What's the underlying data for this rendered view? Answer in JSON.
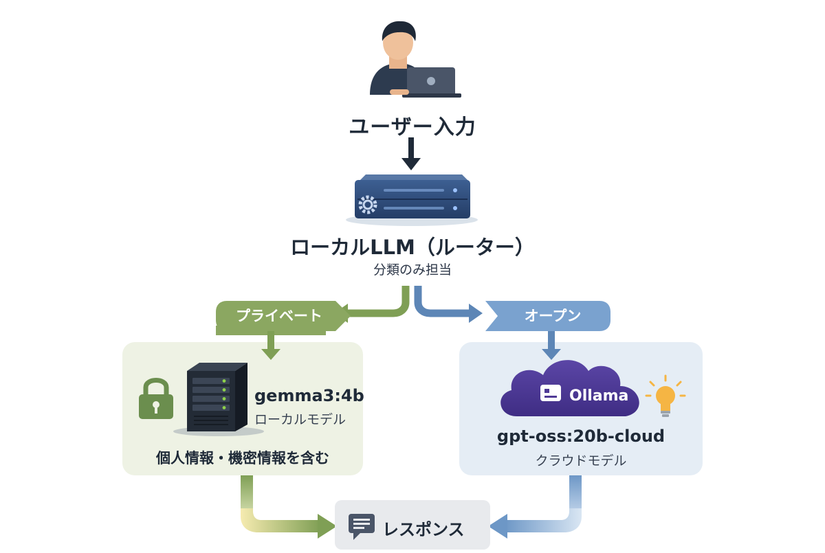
{
  "user": {
    "label": "ユーザー入力"
  },
  "router": {
    "label": "ローカルLLM（ルーター）",
    "sublabel": "分類のみ担当"
  },
  "branches": {
    "private": {
      "label": "プライベート",
      "color": "#7f9f55"
    },
    "open": {
      "label": "オープン",
      "color": "#6d97c6"
    }
  },
  "local_model": {
    "name": "gemma3:4b",
    "type": "ローカルモデル",
    "note": "個人情報・機密情報を含む",
    "panel_color": "#eef2e4"
  },
  "cloud_model": {
    "provider": "Ollama",
    "name": "gpt-oss:20b-cloud",
    "type": "クラウドモデル",
    "panel_color": "#e5edf5",
    "brand_color": "#4f3a96"
  },
  "response": {
    "label": "レスポンス"
  },
  "icons": [
    "person-laptop-icon",
    "router-server-icon",
    "gear-icon",
    "lock-icon",
    "server-rack-icon",
    "ollama-cloud-icon",
    "lightbulb-icon",
    "chat-bubble-icon"
  ]
}
